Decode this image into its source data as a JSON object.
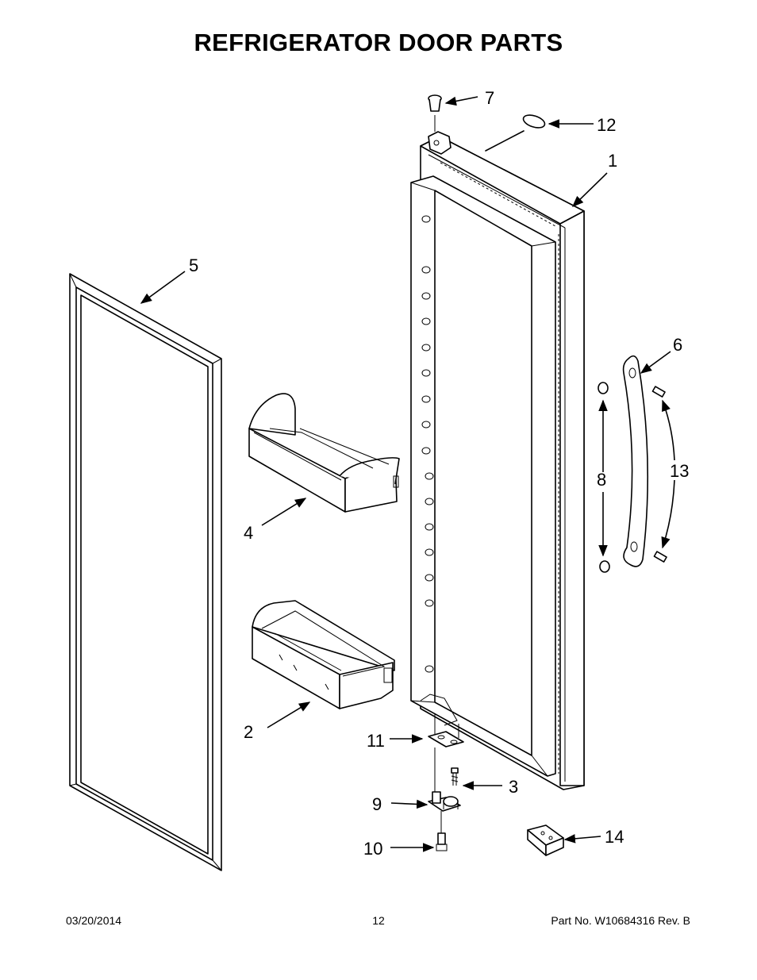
{
  "title": "REFRIGERATOR DOOR PARTS",
  "callouts": [
    {
      "label": "1"
    },
    {
      "label": "2"
    },
    {
      "label": "3"
    },
    {
      "label": "4"
    },
    {
      "label": "5"
    },
    {
      "label": "6"
    },
    {
      "label": "7"
    },
    {
      "label": "8"
    },
    {
      "label": "9"
    },
    {
      "label": "10"
    },
    {
      "label": "11"
    },
    {
      "label": "12"
    },
    {
      "label": "13"
    },
    {
      "label": "14"
    }
  ],
  "footer": {
    "date": "03/20/2014",
    "page": "12",
    "part": "Part No.  W10684316  Rev.  B"
  }
}
